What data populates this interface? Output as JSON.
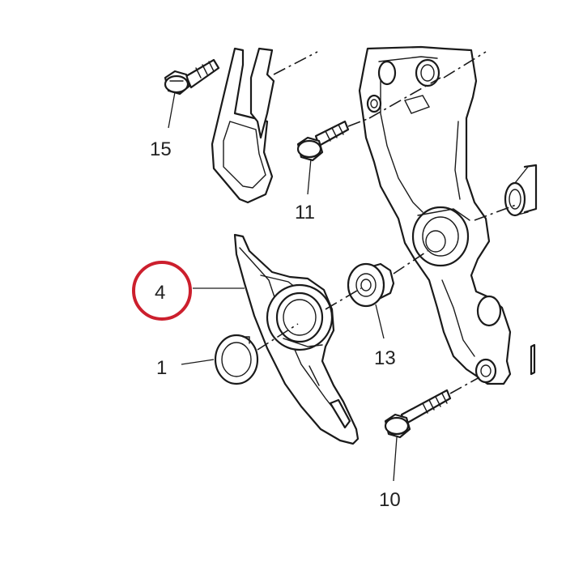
{
  "callouts": {
    "c15": "15",
    "c11": "11",
    "c4": "4",
    "c13": "13",
    "c1": "1",
    "c10": "10"
  },
  "highlight": {
    "part": "4",
    "color": "#cc1f2d"
  }
}
